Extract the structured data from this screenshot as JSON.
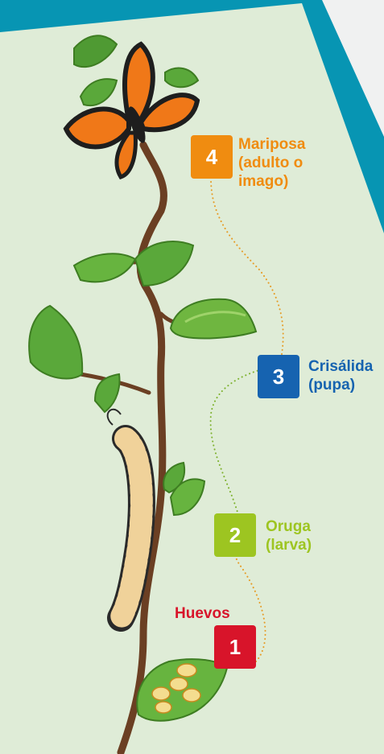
{
  "colors": {
    "background": "#dfecd7",
    "frame_teal": "#0795b3",
    "outer_gray": "#f0f1f1",
    "stem": "#6b3f23",
    "leaf": "#5aa83a",
    "leaf_dark": "#3e7d22",
    "dots": "#e69b24"
  },
  "stages": [
    {
      "number": "4",
      "label_lines": [
        "Mariposa",
        "(adulto o",
        "imago)"
      ],
      "color": "#f08c10"
    },
    {
      "number": "3",
      "label_lines": [
        "Crisálida",
        "(pupa)"
      ],
      "color": "#1663b0"
    },
    {
      "number": "2",
      "label_lines": [
        "Oruga",
        "(larva)"
      ],
      "color": "#9dc521"
    },
    {
      "number": "1",
      "label_lines": [
        "Huevos"
      ],
      "color": "#d8142a"
    }
  ]
}
